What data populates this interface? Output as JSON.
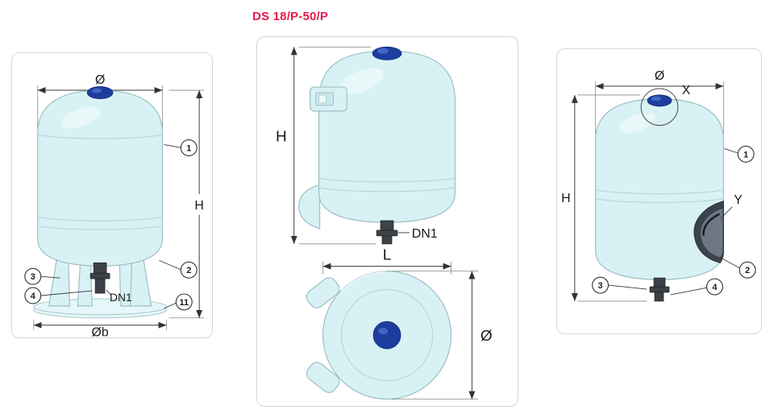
{
  "title": "DS 18/P-50/P",
  "colors": {
    "title_color": "#e8194d",
    "tank_fill": "#d8f1f5",
    "cap_fill": "#1d3e9e",
    "line_color": "#3a3a3a"
  },
  "panels": {
    "left": {
      "labels": {
        "diameter": "Ø",
        "height": "H",
        "base_diameter": "Øb",
        "connection": "DN1"
      },
      "callouts": {
        "c1": "1",
        "c2": "2",
        "c3": "3",
        "c4": "4",
        "c11": "11"
      }
    },
    "middle": {
      "labels": {
        "height": "H",
        "connection": "DN1",
        "length": "L",
        "diameter": "Ø"
      }
    },
    "right": {
      "labels": {
        "diameter": "Ø",
        "height": "H",
        "detail_x": "X",
        "detail_y": "Y"
      },
      "callouts": {
        "c1": "1",
        "c2": "2",
        "c3": "3",
        "c4": "4"
      }
    }
  }
}
